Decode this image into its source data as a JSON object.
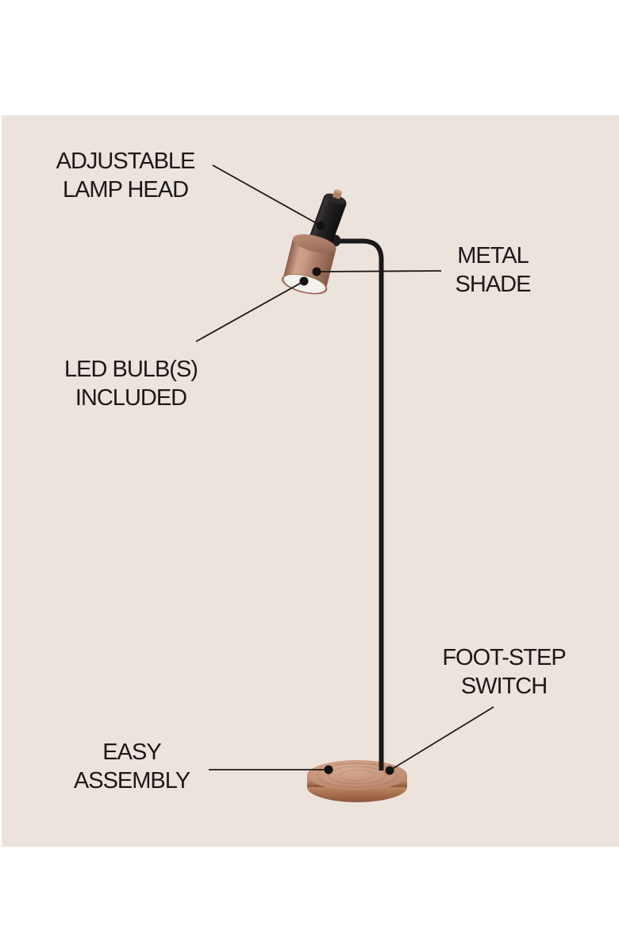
{
  "palette": {
    "page_background": "#FFFFFF",
    "panel_background": "#EDE3DD",
    "text_color": "#1B1919",
    "callout_line_color": "#1C1A1A",
    "lamp_black": "#1E1C1D",
    "copper_light": "#CFA28C",
    "copper_mid": "#B2836E",
    "copper_dark": "#8A5C4B",
    "diffuser_white": "#F3F2EF"
  },
  "labels": {
    "adjustable_lamp_head": {
      "line1": "ADJUSTABLE",
      "line2": "LAMP HEAD"
    },
    "metal_shade": {
      "line1": "METAL",
      "line2": "SHADE"
    },
    "led_bulbs_included": {
      "line1": "LED BULB(S)",
      "line2": "INCLUDED"
    },
    "foot_step_switch": {
      "line1": "FOOT-STEP",
      "line2": "SWITCH"
    },
    "easy_assembly": {
      "line1": "EASY",
      "line2": "ASSEMBLY"
    }
  },
  "illustration": {
    "parts": [
      "adjustable-lamp-head",
      "metal-shade",
      "led-bulb-diffuser",
      "lamp-pole",
      "round-copper-base",
      "foot-step-switch"
    ]
  }
}
